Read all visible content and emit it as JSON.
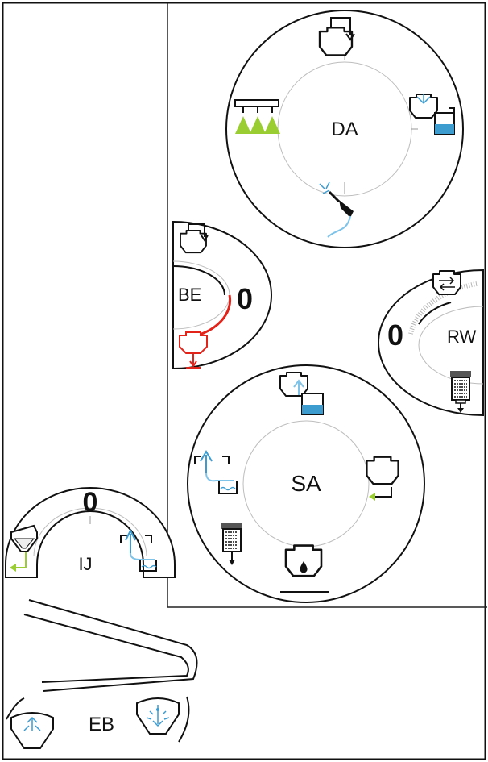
{
  "colors": {
    "line": "#111111",
    "inner_ring": "#bdbdbd",
    "water": "#3d9ccf",
    "water_light": "#7fc3e8",
    "green": "#9acd32",
    "red": "#e2231a",
    "panel_border": "#222222"
  },
  "modules": {
    "da": {
      "label": "DA",
      "icons": [
        "tank-fill-icon",
        "rinse-tank-icon",
        "lance-spray-icon",
        "boom-spray-icon"
      ]
    },
    "be": {
      "label": "BE",
      "value": "0",
      "icons": [
        "tank-fill-icon",
        "tank-drain-icon"
      ]
    },
    "rw": {
      "label": "RW",
      "value": "0",
      "icons": [
        "tank-recirculate-icon",
        "filter-icon"
      ]
    },
    "sa": {
      "label": "SA",
      "icons": [
        "tank-to-rinse-icon",
        "tank-outlet-icon",
        "tank-drain-drop-icon",
        "filter-icon",
        "water-return-icon"
      ]
    },
    "ij": {
      "label": "IJ",
      "value": "0",
      "icons": [
        "hopper-outlet-icon",
        "water-return-icon"
      ]
    },
    "eb": {
      "label": "EB",
      "icons": [
        "hopper-spray-icon",
        "hopper-nozzle-icon"
      ]
    }
  }
}
